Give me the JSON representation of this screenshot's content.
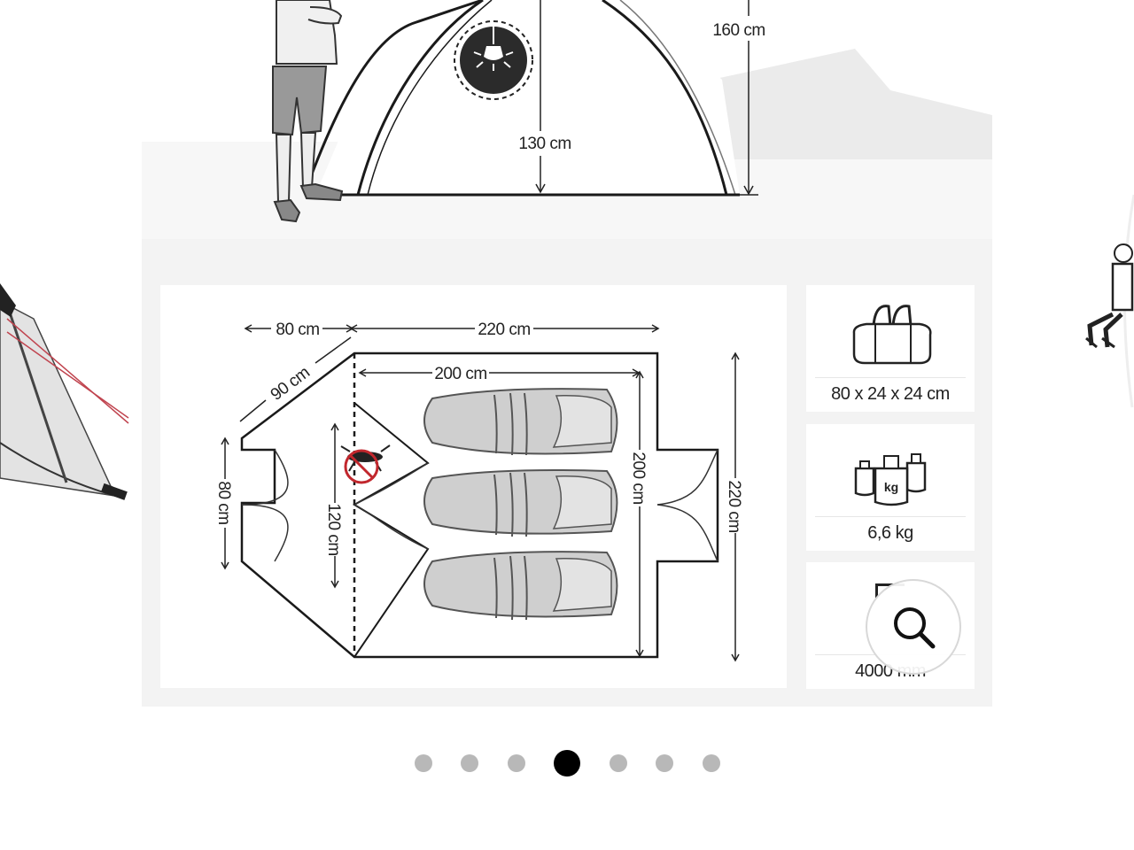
{
  "tent": {
    "height_outer": "160 cm",
    "height_inner": "130 cm",
    "floor": {
      "vestibule_width": "80 cm",
      "total_length": "220 cm",
      "inner_length": "200 cm",
      "vestibule_diagonal": "90 cm",
      "vestibule_depth": "80 cm",
      "door_width": "120 cm",
      "inner_width": "200 cm",
      "total_width": "220 cm"
    }
  },
  "specs": [
    {
      "icon": "duffel-bag-icon",
      "label": "80 x 24 x 24 cm"
    },
    {
      "icon": "weights-kg-icon",
      "label": "6,6 kg",
      "icon_text": "kg"
    },
    {
      "icon": "water-column-icon",
      "label": "4000 mm"
    }
  ],
  "carousel": {
    "slide_count": 7,
    "active_index": 3
  }
}
